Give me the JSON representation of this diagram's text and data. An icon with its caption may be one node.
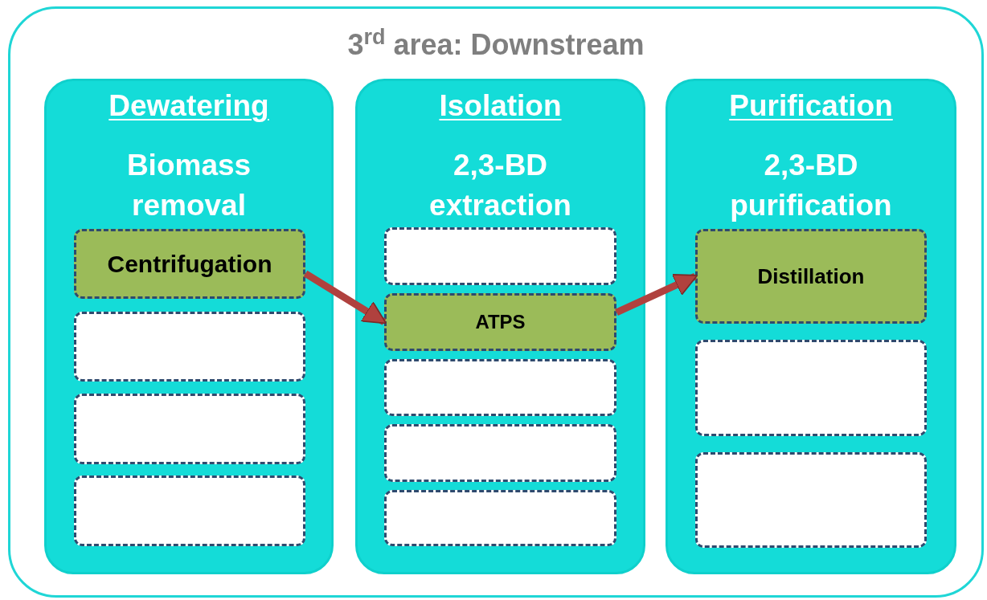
{
  "diagram": {
    "nodes": [
      {
        "text": [
          "3$^{rd}$ area: Downstream"
        ]
      },
      {
        "text": [
          "Dewatering",
          "Biomass removal"
        ],
        "in": 0
      },
      {
        "text": [
          "Centrifugation"
        ],
        "in": 1
      },
      {
        "text": [],
        "shape": "box",
        "in": 1
      },
      {
        "text": [],
        "shape": "box",
        "in": 1
      },
      {
        "text": [],
        "shape": "box",
        "in": 1
      },
      {
        "text": [
          "Isolation",
          "2,3-BD extraction"
        ],
        "in": 0
      },
      {
        "text": [],
        "shape": "box",
        "in": 6
      },
      {
        "text": [
          "ATPS"
        ],
        "in": 6
      },
      {
        "text": [],
        "shape": "box",
        "in": 6
      },
      {
        "text": [],
        "shape": "box",
        "in": 6
      },
      {
        "text": [],
        "shape": "box",
        "in": 6
      },
      {
        "text": [
          "Purification",
          "2,3-BD purification"
        ],
        "in": 0
      },
      {
        "text": [
          "Distillation"
        ],
        "in": 12
      },
      {
        "text": [],
        "shape": "box",
        "in": 12
      },
      {
        "text": [],
        "shape": "box",
        "in": 12
      }
    ],
    "edges": [
      {
        "from": 2,
        "to": 8,
        "arrow": "to"
      },
      {
        "from": 8,
        "to": 13,
        "arrow": "to"
      }
    ]
  }
}
